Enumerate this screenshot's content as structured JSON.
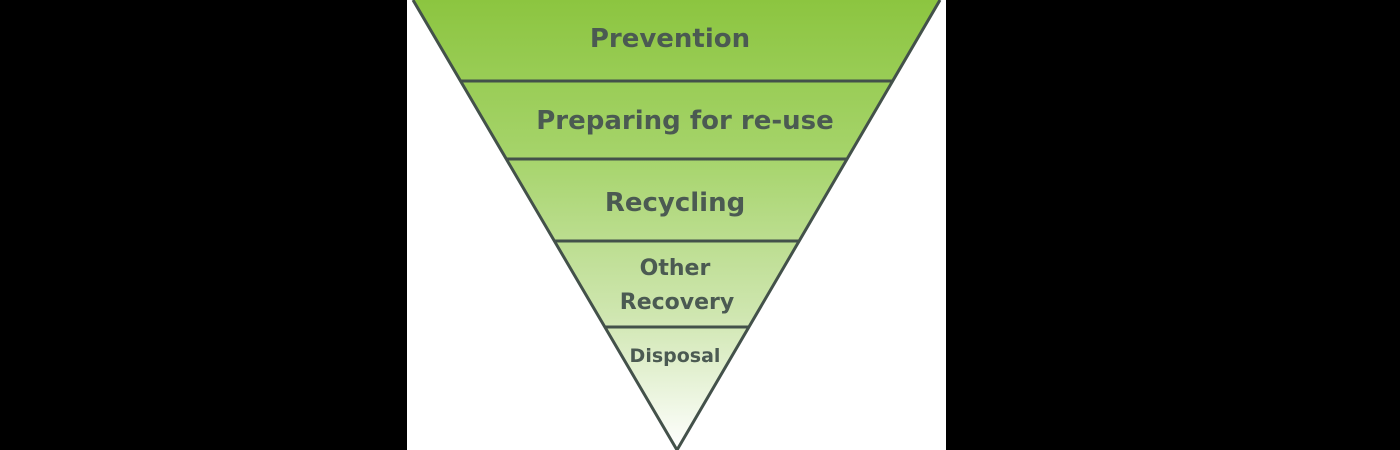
{
  "diagram": {
    "title": "Waste hierarchy",
    "levels": [
      {
        "label": "Prevention"
      },
      {
        "label": "Preparing for re-use"
      },
      {
        "label": "Recycling"
      },
      {
        "label_line1": "Other",
        "label_line2": "Recovery"
      },
      {
        "label": "Disposal"
      }
    ],
    "colors": {
      "top": "#8cc540",
      "bottom": "#ffffff",
      "stroke": "#43514a",
      "text": "#4b5a52"
    }
  }
}
